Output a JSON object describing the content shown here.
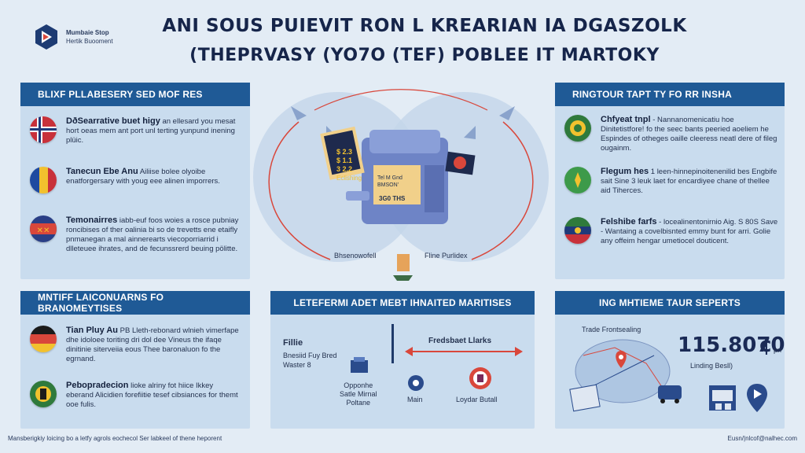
{
  "header": {
    "logo_line1": "Mumbaie Stop",
    "logo_line2": "Hertik Buooment",
    "title_line1": "ANI SOUS PUIEVIT RON L KREARIAN IA DGASZOLK",
    "title_line2": "(THEPRVASY (YO7O (TEF) POBLEE IT MARTOKY"
  },
  "left_top": {
    "heading": "BLIXF PLLABESERY SED MOF RES",
    "items": [
      {
        "title": "DðSearrative buet higy",
        "text": "an ellesard you mesat hort oeas mem ant port unl terting yunpund inening plüic."
      },
      {
        "title": "Tanecun Ebe Anu",
        "text": "Ailiise bolee olyoibe enatforgersary with youg eee alinen imporrers."
      },
      {
        "title": "Temonairres",
        "text": "iabb-euf foos woies a rosce pubniay roncibises of ther oalinia bi so de trevetts ene etaifly pnmanegan a mal ainnerearts viecoporriarrid i dlleteuee ihrates, and de fecunssrerd beuing pölitte."
      }
    ]
  },
  "right_top": {
    "heading": "RINGTOUR TAPT TY FO RR INSHA",
    "items": [
      {
        "title": "Chfyeat tnpl",
        "text": "- Nannanomenicatiu hoe Dinitetistfore! fo the seec bants peeried aoeliem he Espindes of otheges oaille cleeress neatl dere of fileg ougainm."
      },
      {
        "title": "Flegum hes",
        "text": "1 leen-hinnepinoitenenilid bes Engbife sait Sine 3 leuk laet for encardiyee chane of thellee aid Tiherces."
      },
      {
        "title": "Felshibe farfs",
        "text": "- locealinentonirnio Aig. S 80S Save - Wantaing a covelbisnted emmy bunt for arri. Golie any offeim hengar umetiocel douticent."
      }
    ]
  },
  "center": {
    "label_left": "Bhsenowofell",
    "label_right": "Fline Purlidex",
    "card_num": "$ 2.3\n$ 1.1\n3 2.2",
    "card_sub": "Eclishing",
    "box_text1": "Tel M Gnd\nBMSON'",
    "box_text2": "3G0 THS"
  },
  "left_bottom": {
    "heading": "MNTIFF LAICONUARNS FO BRANOMEYTISES",
    "items": [
      {
        "title": "Tian Pluy Au",
        "text": "PB Lleth-rebonard wlnieh vimerfape dhe idoloee toriting dri dol dee Vineus the ifaqe dinitinie siterveiia eous Thee baronaluon fo the egrnand."
      },
      {
        "title": "Pebopradecion",
        "text": "lioke alriny fot hiice Ikkey eberand Alicidien forefiitie tesef cibsiances for themt ooe fulis."
      }
    ]
  },
  "center_bottom": {
    "heading": "LETEFERMI ADET MEBT IHNAITED MARITISES",
    "left_title": "Fillie",
    "left_lines": [
      "Bnesiid Fuy Bred",
      "Waster 8"
    ],
    "arrow_title": "Fredsbaet Llarks",
    "sub_left": "Opponhe\nSatle Mirnal\nPoltane",
    "sub_mid": "Main",
    "sub_right": "Loydar Butall"
  },
  "right_bottom": {
    "heading": "ING MHTIEME TAUR SEPERTS",
    "map_label": "Trade Frontsealing",
    "big_value": "115.8070",
    "big_unit": "pn",
    "value_label": "Linding Besll)"
  },
  "footer": {
    "left": "Mansberigkiy loicing bo a letfy agrols eochecol Ser labkeel of thene heporent",
    "right": "Eusn/|nlcof@nalhec.com"
  },
  "colors": {
    "panel_head": "#1f5a96",
    "panel_bg": "#c9dcee",
    "accent_red": "#d9473b",
    "page_bg": "#e3ecf5"
  }
}
